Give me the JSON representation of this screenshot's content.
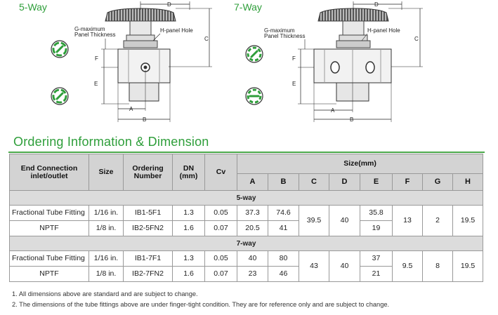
{
  "diagrams": {
    "five_way_title": "5-Way",
    "seven_way_title": "7-Way",
    "label_g": "G-maximum",
    "label_g2": "Panel Thickness",
    "label_h": "H-panel Hole",
    "dims": {
      "a": "A",
      "b": "B",
      "c": "C",
      "d": "D",
      "e": "E",
      "f": "F"
    }
  },
  "heading": "Ordering Information & Dimension",
  "table": {
    "headers": {
      "end_connection": "End Connection",
      "end_connection2": "inlet/outlet",
      "size": "Size",
      "ordering": "Ordering",
      "ordering2": "Number",
      "dn": "DN",
      "dn2": "(mm)",
      "cv": "Cv",
      "size_mm": "Size(mm)",
      "cols": [
        "A",
        "B",
        "C",
        "D",
        "E",
        "F",
        "G",
        "H"
      ]
    },
    "section_5way": "5-way",
    "section_7way": "7-way",
    "rows_5way": [
      {
        "conn": "Fractional Tube Fitting",
        "size": "1/16 in.",
        "order": "IB1-5F1",
        "dn": "1.3",
        "cv": "0.05",
        "a": "37.3",
        "b": "74.6",
        "e": "35.8"
      },
      {
        "conn": "NPTF",
        "size": "1/8 in.",
        "order": "IB2-5FN2",
        "dn": "1.6",
        "cv": "0.07",
        "a": "20.5",
        "b": "41",
        "e": "19"
      }
    ],
    "shared_5way": {
      "c": "39.5",
      "d": "40",
      "f": "13",
      "g": "2",
      "h": "19.5"
    },
    "rows_7way": [
      {
        "conn": "Fractional Tube Fitting",
        "size": "1/16 in.",
        "order": "IB1-7F1",
        "dn": "1.3",
        "cv": "0.05",
        "a": "40",
        "b": "80",
        "e": "37"
      },
      {
        "conn": "NPTF",
        "size": "1/8 in.",
        "order": "IB2-7FN2",
        "dn": "1.6",
        "cv": "0.07",
        "a": "23",
        "b": "46",
        "e": "21"
      }
    ],
    "shared_7way": {
      "c": "43",
      "d": "40",
      "f": "9.5",
      "g": "8",
      "h": "19.5"
    }
  },
  "notes": [
    "1. All dimensions above are standard and are subject to change.",
    "2. The dimensions of the tube fittings above are under finger-tight condition. They are for reference only and are subject to change."
  ],
  "colors": {
    "accent_green": "#2e9e3a",
    "header_gray": "#d3d3d3"
  }
}
